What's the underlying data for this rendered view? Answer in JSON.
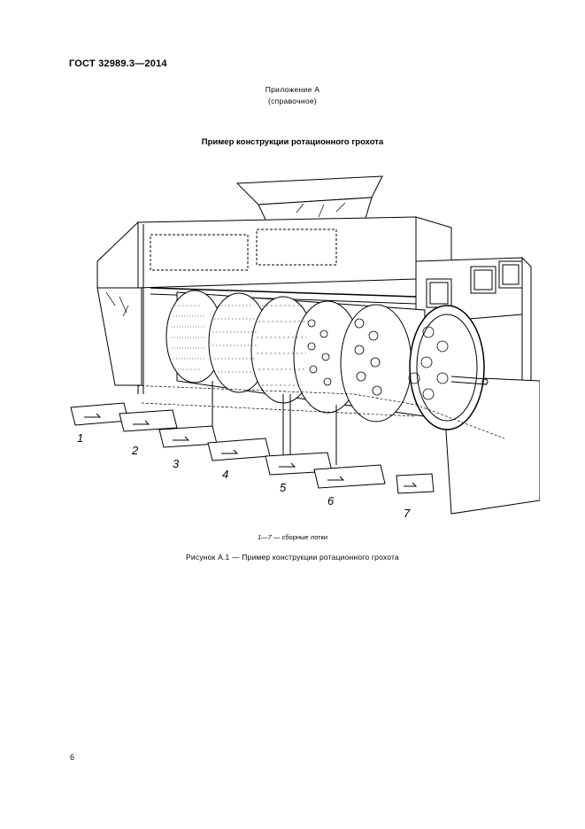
{
  "header": {
    "doc_code": "ГОСТ 32989.3—2014"
  },
  "appendix": {
    "title": "Приложение А",
    "subtitle": "(справочное)"
  },
  "figure": {
    "heading": "Пример конструкции ротационного грохота",
    "callouts": [
      "1",
      "2",
      "3",
      "4",
      "5",
      "6",
      "7"
    ],
    "legend": {
      "range": "1—7",
      "text": " — сборные лотки"
    },
    "caption": "Рисунок А.1 — Пример конструкции ротационного грохота"
  },
  "footer": {
    "page_number": "6"
  }
}
